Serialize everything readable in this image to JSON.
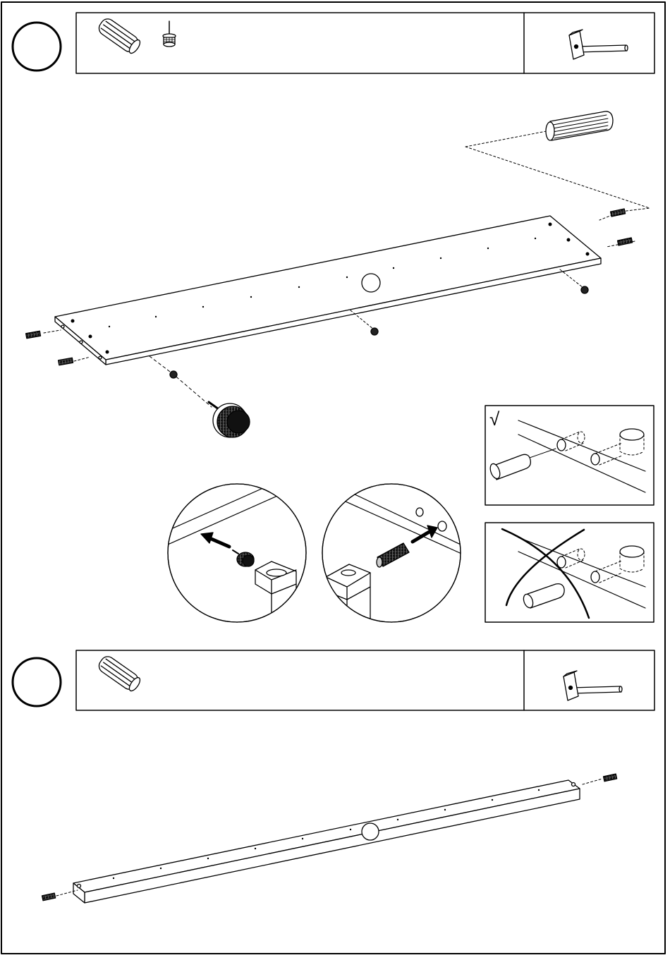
{
  "document": {
    "type": "assembly-instructions",
    "steps": [
      {
        "number": "",
        "parts": [
          "dowel-icon",
          "glide-nail-icon"
        ],
        "tools": [
          "hammer-icon"
        ]
      },
      {
        "number": "",
        "parts": [
          "dowel-icon"
        ],
        "tools": [
          "hammer-icon"
        ]
      }
    ],
    "insets": [
      {
        "kind": "correct",
        "mark": "√"
      },
      {
        "kind": "incorrect",
        "mark": "X"
      }
    ]
  }
}
